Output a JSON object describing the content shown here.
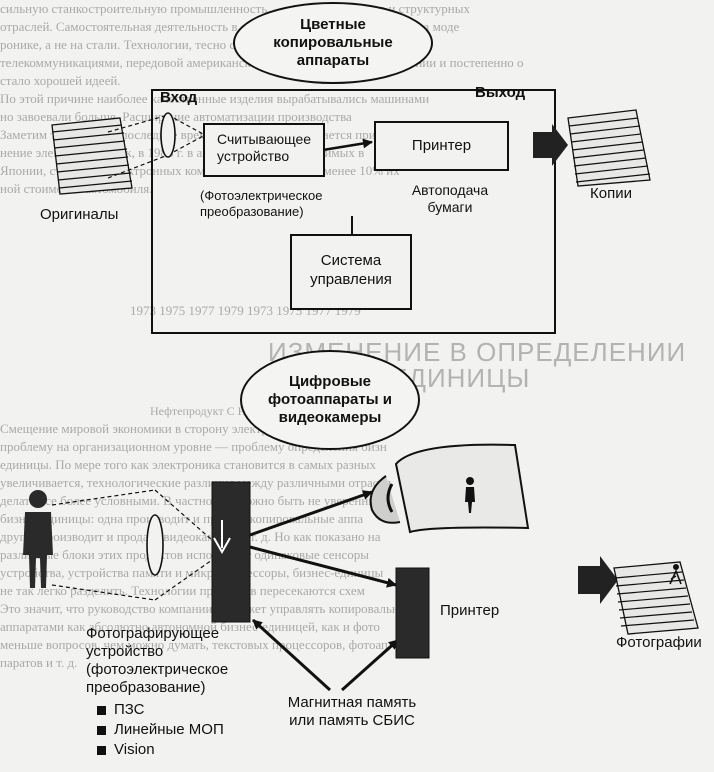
{
  "background_text": {
    "lines_top": [
      "сильную станкостроительную промышленность, — так много блоков и структурных",
      "отраслей. Самостоятельная деятельность в области передовых технологий на моде",
      "ронике, а не на стали. Технологии, тесно связанные с компьютерами,",
      "телекоммуникациями, передовой американской технологией в США и Японии и постепенно о",
      "стало хорошей идеей.",
      "По этой причине наиболее качественные изделия вырабатывались машинами",
      "но завоевали больше. Расширение автоматизации производства",
      "Заметим также, что в последнее время все более увеличивается применение",
      "нение электроники. Так, в 1983 г. в автомобилях, производимых в",
      "Японии, стоимость электронных компонентов составляла менее 10% их",
      "ной стоимости автомобиля."
    ],
    "years": "1973   1975   1977   1979   1973   1975   1977   1979",
    "heading_line1": "ИЗМЕНЕНИЕ В ОПРЕДЕЛЕНИИ",
    "heading_line2": "БИЗНЕС-ЕДИНИЦЫ",
    "chart_labels": "Нефтепродукт С      Нефтепродукт D",
    "lines_bottom": [
      "Смещение мировой экономики в сторону электроники создает еще од",
      "проблему на организационном уровне — проблему определения бизн",
      "единицы. По мере того как электроника становится в самых разных",
      "увеличивается, технологические различия между различными отрасля",
      "делать все более условными. В частности, можно быть не уверенным",
      "бизнес-единицы: одна производит и продает копировальные аппа",
      "другая производит и продает видеокамеры и т. д. Но как показано на",
      "различные блоки этих продуктов используют одинаковые сенсоры",
      "устройства, устройства памяти и микропроцессоры, бизнес-единицы",
      "не так легко разделить. Технологии продуктов пересекаются схем",
      "Это значит, что руководство компании не может управлять копировальными",
      "аппаратами как абсолютно автономной бизнес-единицей, как и фото",
      "меньше вопросов, чем можно думать, текстовых процессоров, фотоап",
      "паратов и т. д."
    ]
  },
  "top": {
    "title": "Цветные копировальные аппараты",
    "input_label": "Вход",
    "output_label": "Выход",
    "originals_label": "Оригиналы",
    "reader_title": "Считывающее устройство",
    "reader_sub": "(Фотоэлектрическое преобразование)",
    "printer_label": "Принтер",
    "autofeed_label": "Автоподача бумаги",
    "control_label": "Система управления",
    "copies_label": "Копии"
  },
  "bottom": {
    "title": "Цифровые фотоаппараты и видеокамеры",
    "printer_label": "Принтер",
    "photos_label": "Фотографии",
    "device_line1": "Фотографирующее",
    "device_line2": "устройство",
    "device_line3": "(фотоэлектрическое",
    "device_line4": "преобразование)",
    "items": [
      "ПЗС",
      "Линейные МОП",
      "Vision"
    ],
    "memory_label": "Магнитная память или память СБИС"
  }
}
